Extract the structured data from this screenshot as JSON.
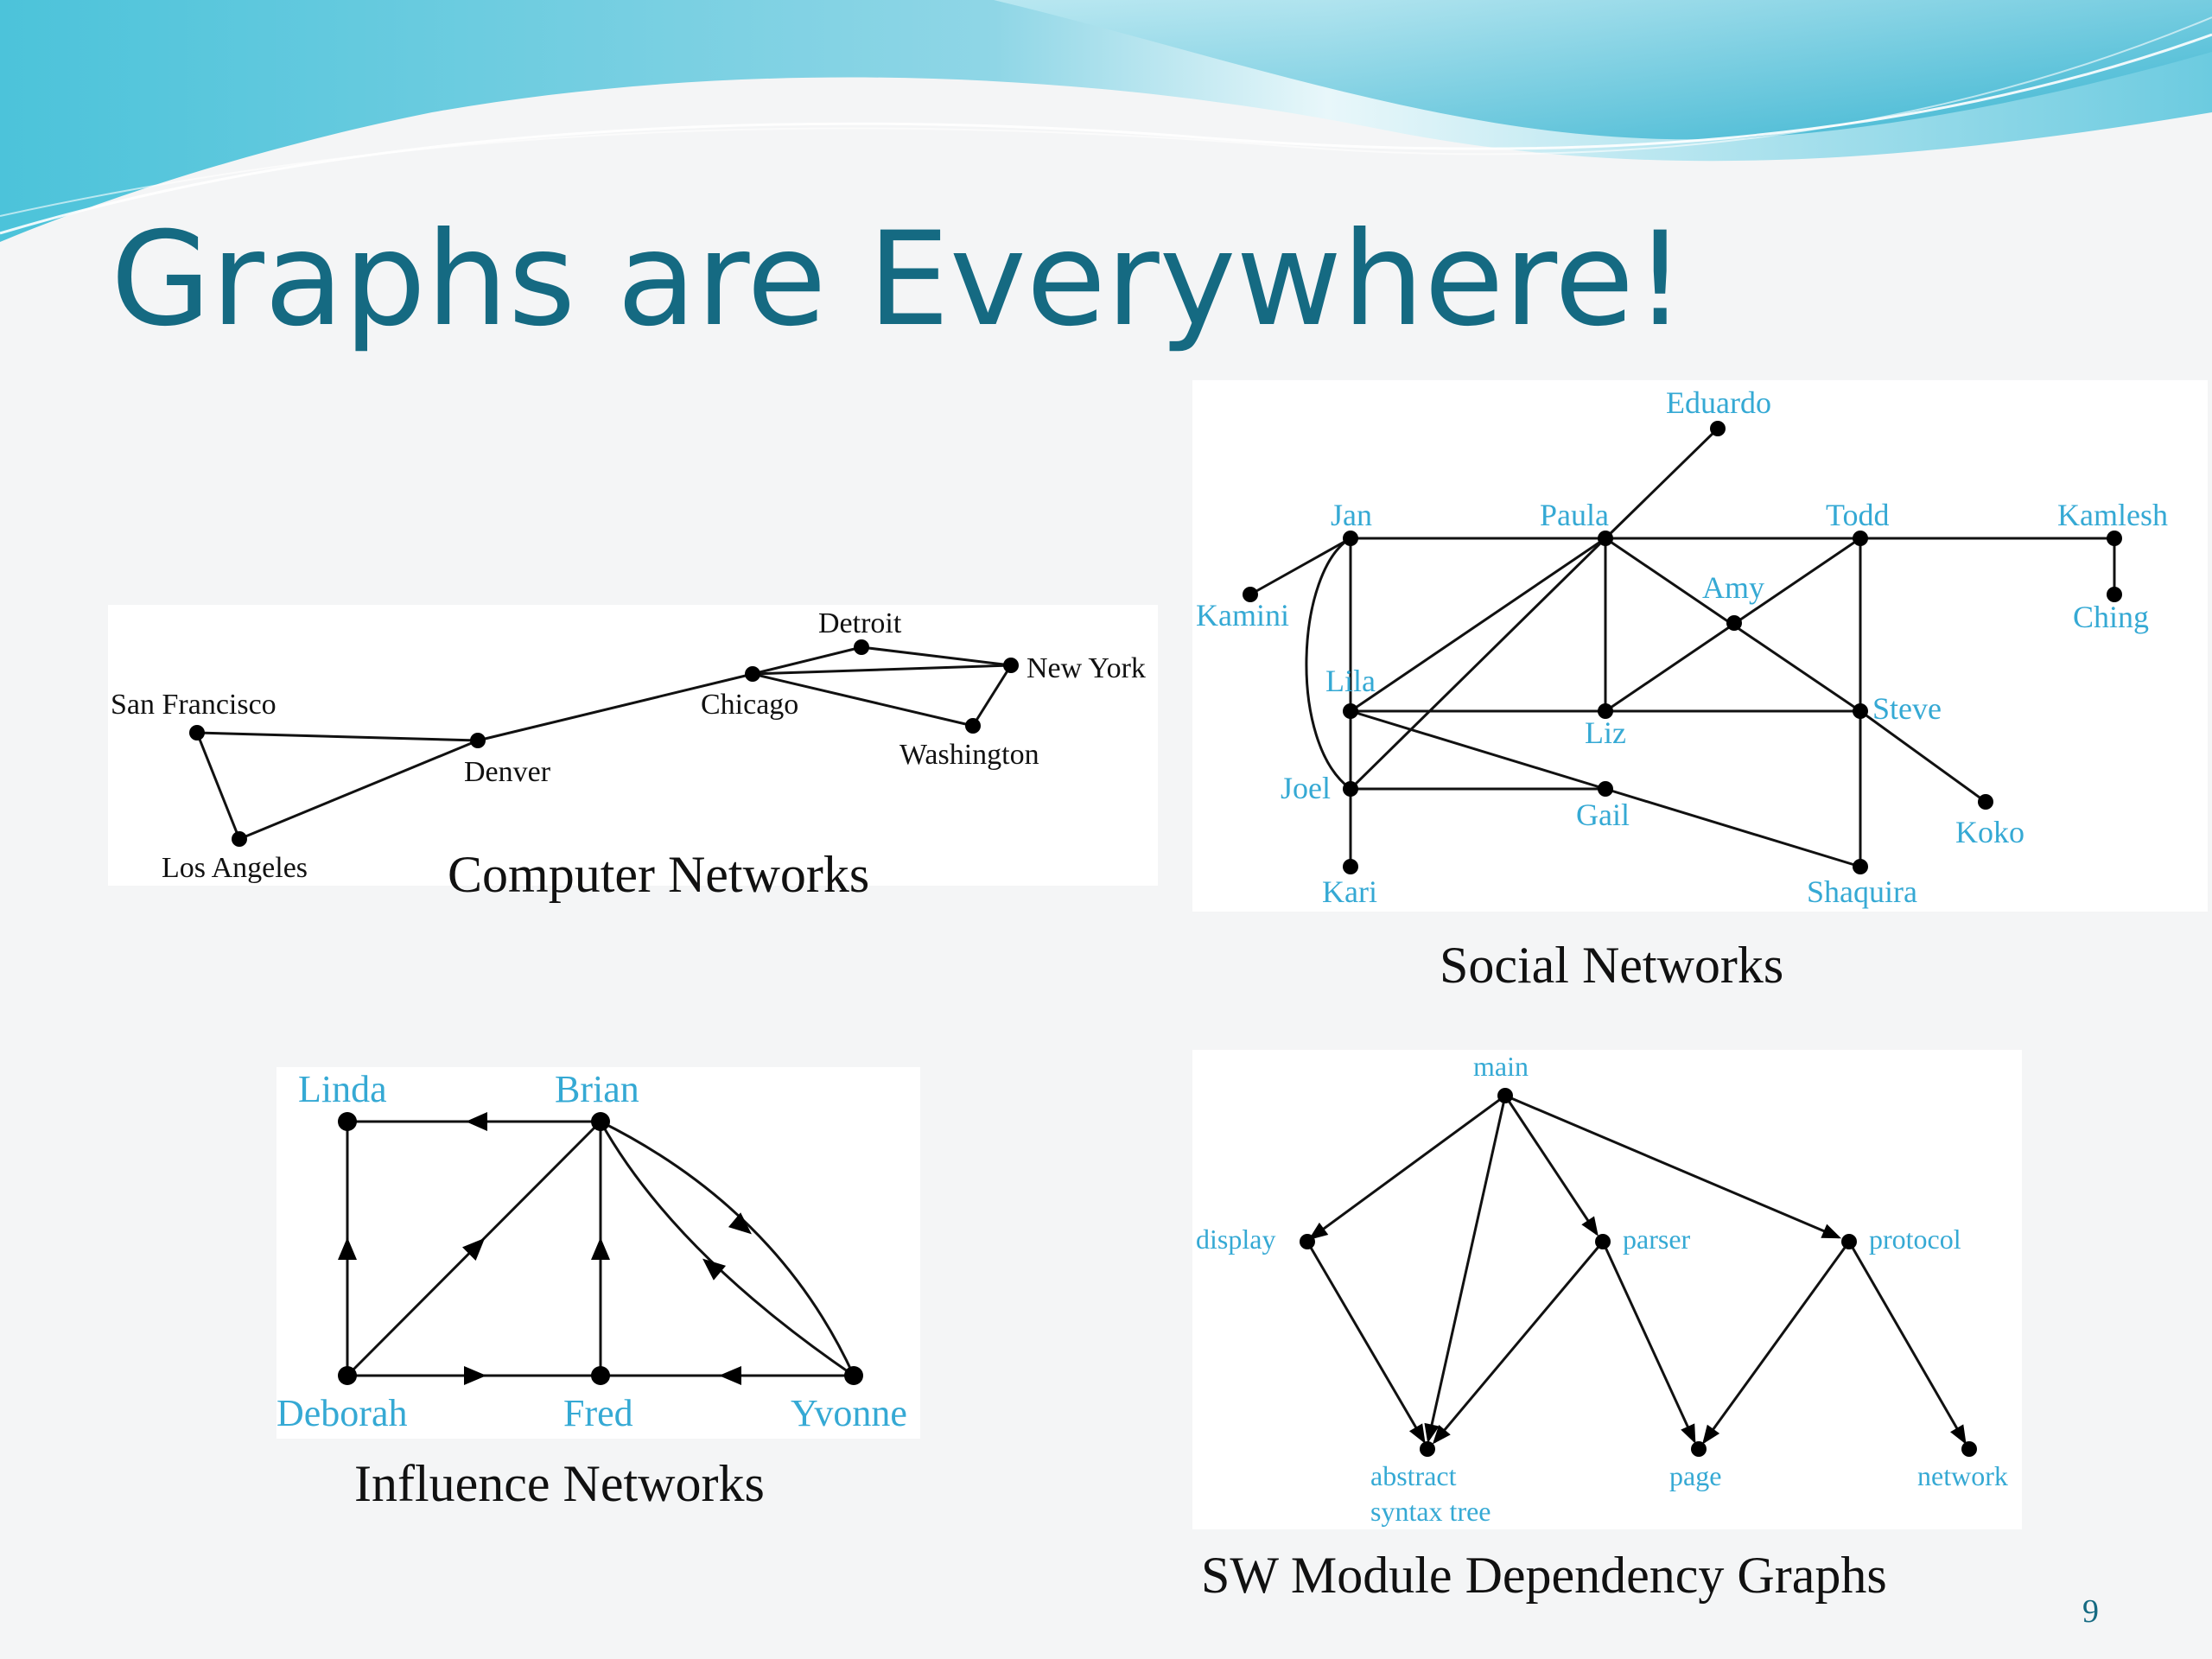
{
  "slide": {
    "title": "Graphs are Everywhere!",
    "page_number": "9"
  },
  "computer_networks": {
    "caption": "Computer Networks",
    "labels": {
      "san_francisco": "San Francisco",
      "los_angeles": "Los Angeles",
      "denver": "Denver",
      "chicago": "Chicago",
      "detroit": "Detroit",
      "new_york": "New York",
      "washington": "Washington"
    },
    "edges": [
      [
        "san_francisco",
        "denver"
      ],
      [
        "san_francisco",
        "los_angeles"
      ],
      [
        "los_angeles",
        "denver"
      ],
      [
        "denver",
        "chicago"
      ],
      [
        "chicago",
        "detroit"
      ],
      [
        "chicago",
        "new_york"
      ],
      [
        "chicago",
        "washington"
      ],
      [
        "detroit",
        "new_york"
      ],
      [
        "new_york",
        "washington"
      ]
    ]
  },
  "social_networks": {
    "caption": "Social Networks",
    "labels": {
      "eduardo": "Eduardo",
      "jan": "Jan",
      "paula": "Paula",
      "todd": "Todd",
      "kamlesh": "Kamlesh",
      "kamini": "Kamini",
      "amy": "Amy",
      "ching": "Ching",
      "lila": "Lila",
      "liz": "Liz",
      "steve": "Steve",
      "joel": "Joel",
      "gail": "Gail",
      "koko": "Koko",
      "kari": "Kari",
      "shaquira": "Shaquira"
    },
    "edges": [
      [
        "jan",
        "kamini"
      ],
      [
        "jan",
        "paula"
      ],
      [
        "paula",
        "todd"
      ],
      [
        "todd",
        "kamlesh"
      ],
      [
        "kamlesh",
        "ching"
      ],
      [
        "paula",
        "eduardo"
      ],
      [
        "jan",
        "lila"
      ],
      [
        "jan",
        "joel"
      ],
      [
        "lila",
        "joel"
      ],
      [
        "joel",
        "kari"
      ],
      [
        "paula",
        "lila"
      ],
      [
        "paula",
        "joel"
      ],
      [
        "paula",
        "liz"
      ],
      [
        "paula",
        "steve"
      ],
      [
        "todd",
        "liz"
      ],
      [
        "todd",
        "steve"
      ],
      [
        "lila",
        "steve"
      ],
      [
        "lila",
        "gail"
      ],
      [
        "joel",
        "gail"
      ],
      [
        "gail",
        "shaquira"
      ],
      [
        "steve",
        "shaquira"
      ],
      [
        "steve",
        "koko"
      ]
    ]
  },
  "influence_networks": {
    "caption": "Influence Networks",
    "labels": {
      "linda": "Linda",
      "brian": "Brian",
      "deborah": "Deborah",
      "fred": "Fred",
      "yvonne": "Yvonne"
    },
    "edges": [
      [
        "brian",
        "linda"
      ],
      [
        "deborah",
        "linda"
      ],
      [
        "deborah",
        "brian"
      ],
      [
        "fred",
        "brian"
      ],
      [
        "deborah",
        "fred"
      ],
      [
        "yvonne",
        "fred"
      ],
      [
        "brian",
        "yvonne"
      ],
      [
        "yvonne",
        "brian"
      ]
    ]
  },
  "sw_dependency": {
    "caption": "SW Module Dependency Graphs",
    "labels": {
      "main": "main",
      "display": "display",
      "parser": "parser",
      "protocol": "protocol",
      "abstract_line1": "abstract",
      "abstract_line2": "syntax tree",
      "page": "page",
      "network": "network"
    },
    "edges": [
      [
        "main",
        "display"
      ],
      [
        "main",
        "abstract"
      ],
      [
        "main",
        "parser"
      ],
      [
        "main",
        "protocol"
      ],
      [
        "display",
        "abstract"
      ],
      [
        "parser",
        "abstract"
      ],
      [
        "parser",
        "page"
      ],
      [
        "protocol",
        "page"
      ],
      [
        "protocol",
        "network"
      ]
    ]
  },
  "colors": {
    "title": "#156a82",
    "node_label_cyan": "#35a9d4",
    "banner_light": "#bfeaf2",
    "banner_dark": "#3cb6d1"
  }
}
